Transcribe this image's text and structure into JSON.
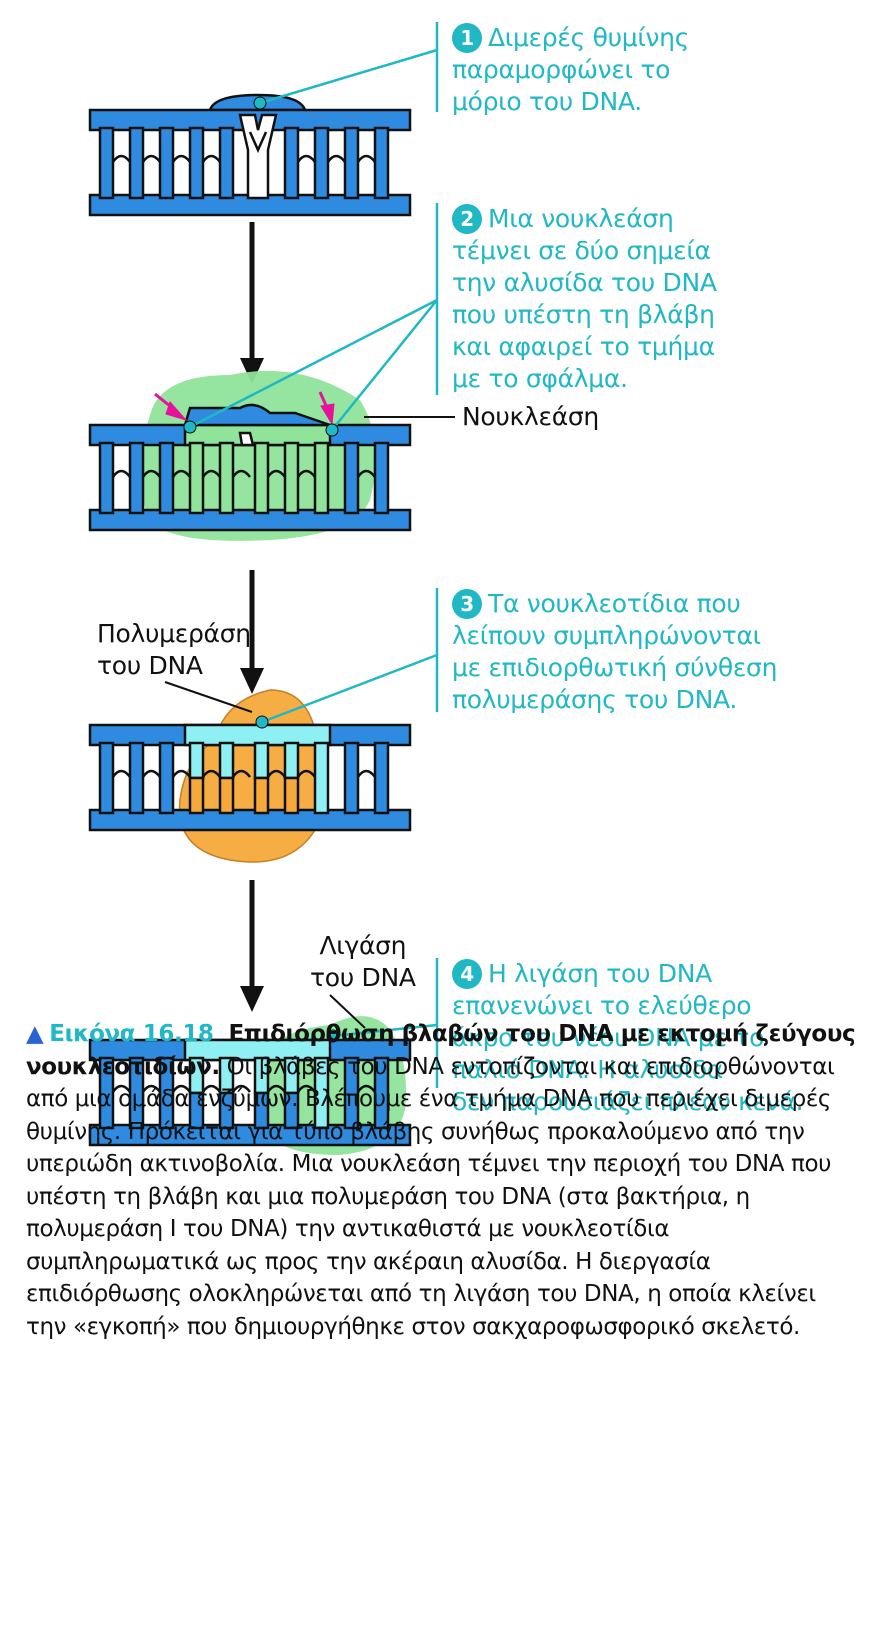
{
  "steps": [
    {
      "number": "1",
      "lines": [
        "Διμερές θυμίνης",
        "παραμορφώνει το",
        "μόριο του DNA."
      ]
    },
    {
      "number": "2",
      "lines": [
        "Μια νουκλεάση",
        "τέμνει σε δύο σημεία",
        "την αλυσίδα του DNA",
        "που υπέστη τη βλάβη",
        "και αφαιρεί το τμήμα",
        "με το σφάλμα."
      ]
    },
    {
      "number": "3",
      "lines": [
        "Τα νουκλεοτίδια που",
        "λείπουν συμπληρώνονται",
        "με επιδιορθωτική σύνθεση",
        "πολυμεράσης του DNA."
      ]
    },
    {
      "number": "4",
      "lines": [
        "Η λιγάση του DNA",
        "επανενώνει το ελεύθερο",
        "άκρο του νέου DNA με το",
        "παλιό DNA. Η αλυσίδα",
        "δεν παρουσιάζει πλέον κενά."
      ]
    }
  ],
  "labels": {
    "nuclease": "Νουκλεάση",
    "polymerase": [
      "Πολυμεράση",
      "του DNA"
    ],
    "ligase": [
      "Λιγάση",
      "του DNA"
    ]
  },
  "caption": {
    "marker": "▲",
    "figure": "Εικόνα 16.18",
    "title": "Επιδιόρθωση βλαβών του DNA με εκτομή ζεύγους νουκλεοτιδίων.",
    "text": "Οι βλάβες του DNA εντοπίζονται και επιδιορθώνονται από μια ομάδα ενζύμων. Βλέπουμε ένα τμήμα DNA που περιέχει διμερές θυμίνης. Πρόκειται για τύπο βλάβης συνήθως προκαλούμενο από την υπεριώδη ακτινοβολία. Μια νουκλεάση τέμνει την περιοχή του DNA που υπέστη τη βλάβη και μια πολυμεράση του DNA (στα βακτήρια, η πολυμεράση I του DNA) την αντικαθιστά με νουκλεοτίδια συμπληρωματικά ως προς την ακέραιη αλυσίδα. Η διεργασία επιδιόρθωσης ολοκληρώνεται από τη λιγάση του DNA, η οποία κλείνει την «εγκοπή» που δημιουργήθηκε στον σακχαροφωσφορικό σκελετό."
  },
  "colors": {
    "dna_blue": "#2f8be0",
    "teal": "#1fb8c4",
    "nuclease_green": "#8fe39a",
    "polymerase_orange": "#f6a93b",
    "new_dna_cyan": "#8ff0f4",
    "cut_arrow_magenta": "#e6129b"
  }
}
